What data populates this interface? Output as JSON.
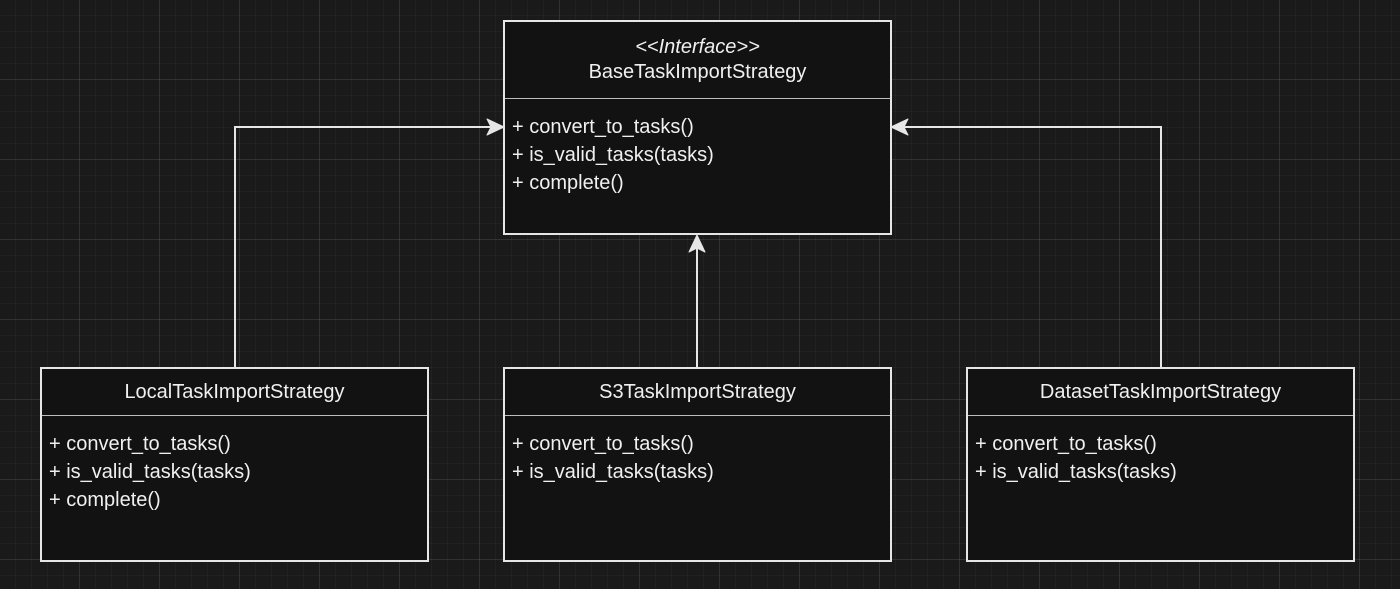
{
  "diagram": {
    "interface": {
      "stereotype": "<<Interface>>",
      "name": "BaseTaskImportStrategy",
      "methods": [
        "+ convert_to_tasks()",
        "+ is_valid_tasks(tasks)",
        "+ complete()"
      ]
    },
    "implementations": [
      {
        "name": "LocalTaskImportStrategy",
        "methods": [
          "+ convert_to_tasks()",
          "+ is_valid_tasks(tasks)",
          "+ complete()"
        ]
      },
      {
        "name": "S3TaskImportStrategy",
        "methods": [
          "+ convert_to_tasks()",
          "+ is_valid_tasks(tasks)"
        ]
      },
      {
        "name": "DatasetTaskImportStrategy",
        "methods": [
          "+ convert_to_tasks()",
          "+ is_valid_tasks(tasks)"
        ]
      }
    ],
    "colors": {
      "background": "#1a1a1a",
      "box_fill": "#121212",
      "stroke": "#e6e6e6",
      "text": "#f0f0f0"
    }
  }
}
